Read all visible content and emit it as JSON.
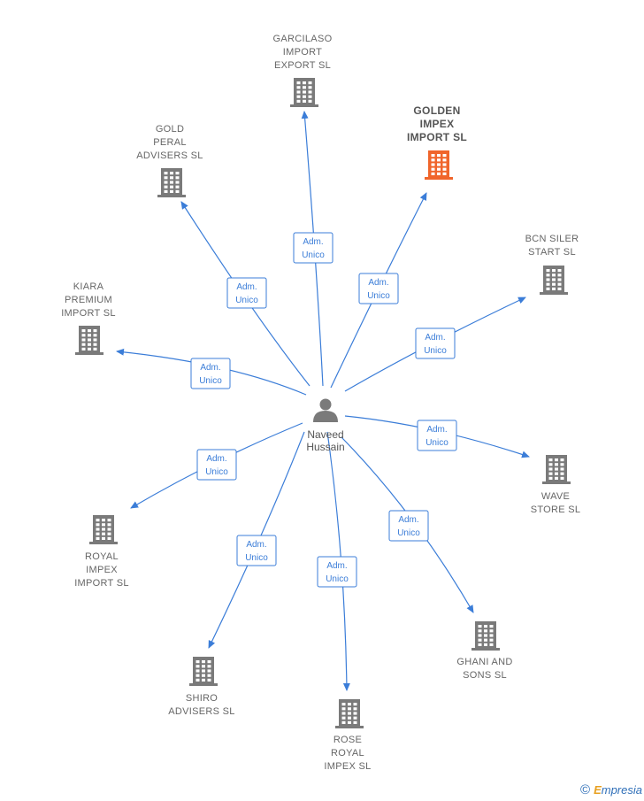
{
  "colors": {
    "edge": "#3b7dd8",
    "building": "#7a7a7a",
    "building_highlight": "#f0652b",
    "person": "#7a7a7a"
  },
  "center": {
    "name_lines": [
      "Naveed",
      "Hussain"
    ],
    "icon": "person-icon"
  },
  "relation_label": [
    "Adm.",
    "Unico"
  ],
  "nodes": [
    {
      "id": "garcilaso",
      "lines": [
        "GARCILASO",
        "IMPORT",
        "EXPORT  SL"
      ],
      "highlight": false
    },
    {
      "id": "golden",
      "lines": [
        "GOLDEN",
        "IMPEX",
        "IMPORT  SL"
      ],
      "highlight": true
    },
    {
      "id": "gold-peral",
      "lines": [
        "GOLD",
        "PERAL",
        "ADVISERS  SL"
      ],
      "highlight": false
    },
    {
      "id": "bcn-siler",
      "lines": [
        "BCN SILER",
        "START  SL"
      ],
      "highlight": false
    },
    {
      "id": "kiara",
      "lines": [
        "KIARA",
        "PREMIUM",
        "IMPORT  SL"
      ],
      "highlight": false
    },
    {
      "id": "wave",
      "lines": [
        "WAVE",
        "STORE  SL"
      ],
      "highlight": false
    },
    {
      "id": "royal",
      "lines": [
        "ROYAL",
        "IMPEX",
        "IMPORT  SL"
      ],
      "highlight": false
    },
    {
      "id": "ghani",
      "lines": [
        "GHANI AND",
        "SONS  SL"
      ],
      "highlight": false
    },
    {
      "id": "shiro",
      "lines": [
        "SHIRO",
        "ADVISERS  SL"
      ],
      "highlight": false
    },
    {
      "id": "rose",
      "lines": [
        "ROSE",
        "ROYAL",
        "IMPEX  SL"
      ],
      "highlight": false
    }
  ],
  "brand": {
    "copyright": "©",
    "first": "E",
    "rest": "mpresia"
  }
}
